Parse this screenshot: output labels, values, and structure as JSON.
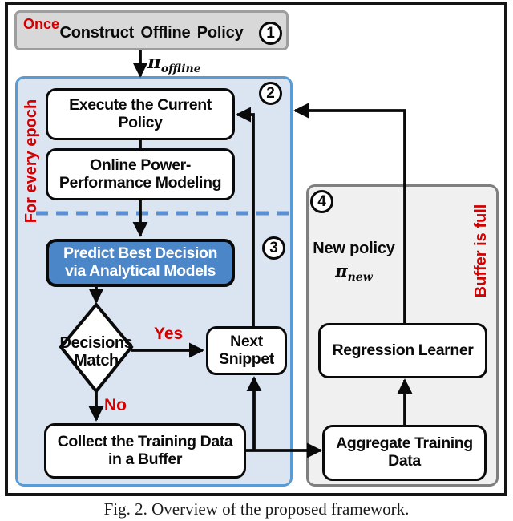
{
  "caption": "Fig. 2.  Overview of the proposed framework.",
  "colors": {
    "predict_box_fill": "#4a86c8",
    "epoch_region_fill": "#dbe4f1",
    "epoch_region_border": "#5b9bd5",
    "dashed_divider": "#5b8fd4",
    "buffer_region_fill": "#f0f0f0",
    "buffer_region_border": "#7f7f7f",
    "red_accent": "#d40000"
  },
  "step_once": {
    "tag": "Once",
    "title": "Construct Offline Policy",
    "badge": "1"
  },
  "pi_offline": {
    "symbol": "π",
    "sub": "offline"
  },
  "epoch": {
    "side_label": "For every epoch",
    "badge_2": "2",
    "badge_3": "3",
    "execute_box": "Execute the Current\nPolicy",
    "modeling_box": "Online Power-\nPerformance Modeling",
    "predict_box": "Predict Best Decision\nvia Analytical Models",
    "decision_diamond": "Decisions\nMatch",
    "yes_label": "Yes",
    "no_label": "No",
    "next_snippet_box": "Next\nSnippet",
    "collect_box": "Collect the Training Data\nin a Buffer"
  },
  "buffer": {
    "badge_4": "4",
    "side_label": "Buffer is full",
    "new_policy_label": "New policy",
    "pi_new": {
      "symbol": "π",
      "sub": "new"
    },
    "regression_box": "Regression Learner",
    "aggregate_box": "Aggregate Training\nData"
  }
}
